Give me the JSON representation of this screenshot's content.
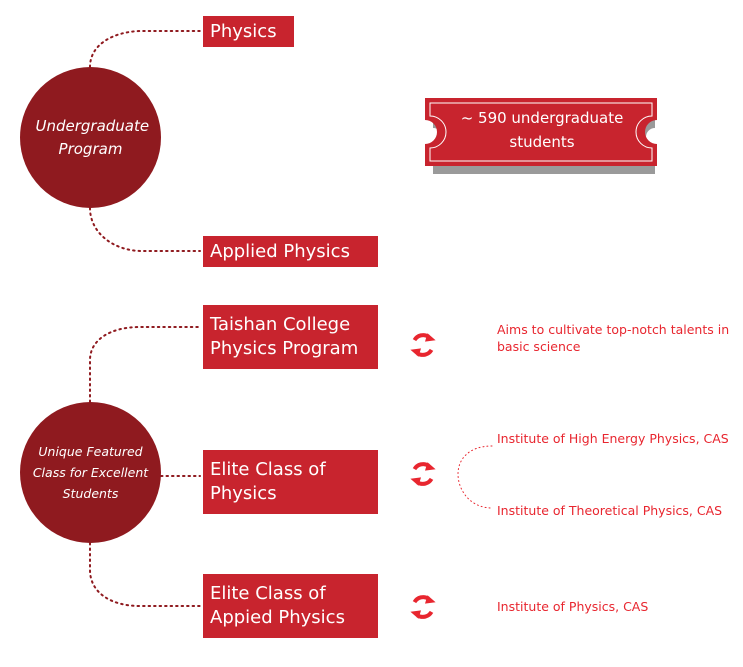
{
  "undergraduate": {
    "label": "Undergraduate Program",
    "majors": [
      "Physics",
      "Applied Physics"
    ],
    "students_badge": "~ 590 undergraduate students"
  },
  "featured": {
    "label": "Unique Featured Class for Excellent Students",
    "programs": [
      {
        "name": "Taishan College Physics Program",
        "notes": [
          "Aims to cultivate top-notch talents in basic science"
        ]
      },
      {
        "name": "Elite Class of Physics",
        "notes": [
          "Institute of High Energy Physics, CAS",
          "Institute of Theoretical Physics, CAS"
        ]
      },
      {
        "name": "Elite Class of Appied Physics",
        "notes": [
          "Institute of Physics, CAS"
        ]
      }
    ]
  },
  "colors": {
    "dark_red": "#8f1a1f",
    "red": "#c8242e",
    "accent_text": "#e8262f",
    "shadow": "#9a9a9a"
  },
  "icons": {
    "cycle": "cycle-arrows-icon"
  }
}
